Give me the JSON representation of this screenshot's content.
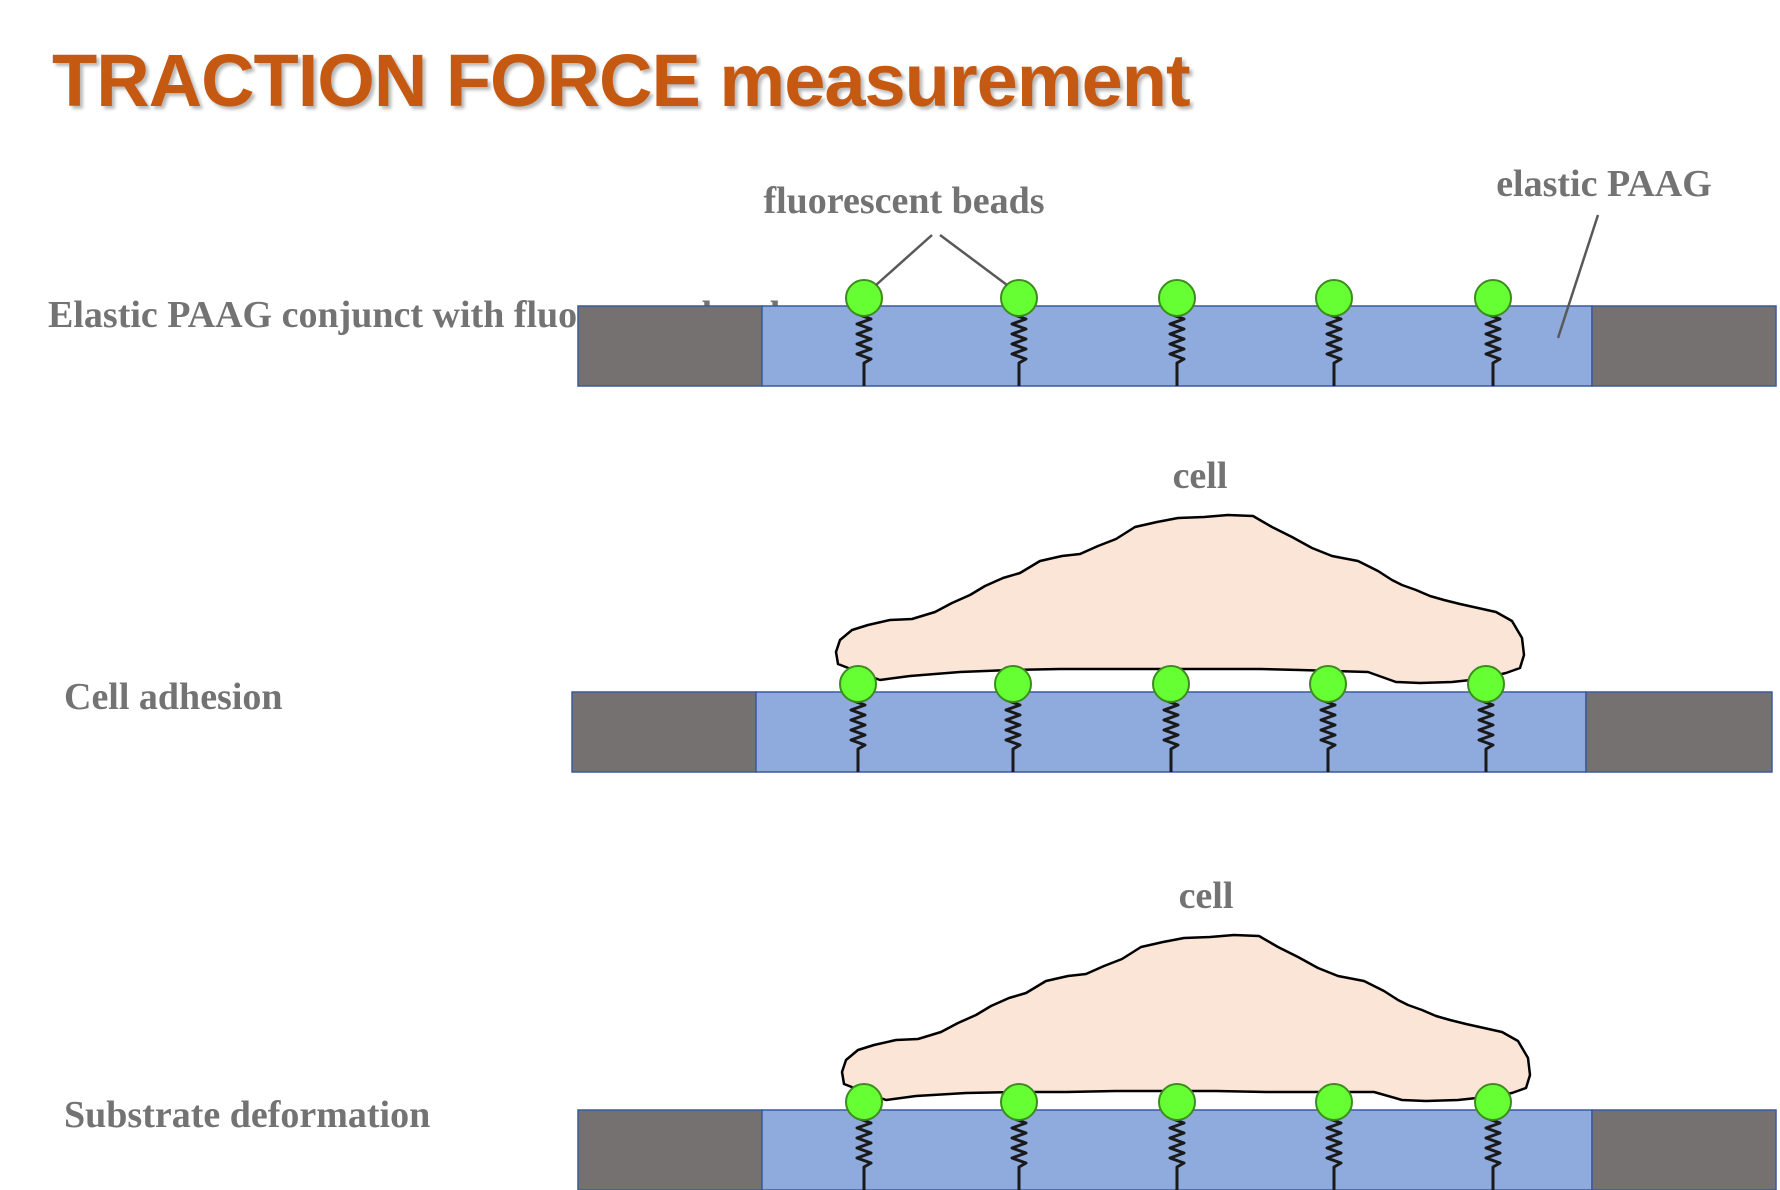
{
  "title": "TRACTION FORCE measurement",
  "rows": [
    {
      "label": "Elastic PAAG conjunct with fluorescent beads"
    },
    {
      "label": "Cell adhesion"
    },
    {
      "label": "Substrate deformation"
    }
  ],
  "labels": {
    "beads": "fluorescent beads",
    "paag": "elastic PAAG",
    "cell_row2": "cell",
    "cell_row3": "cell"
  },
  "colors": {
    "title": "#c65911",
    "text": "#737373",
    "gel": "#8faadc",
    "clamp": "#767171",
    "bead": "#66ff33",
    "cell": "#fbe5d6"
  }
}
